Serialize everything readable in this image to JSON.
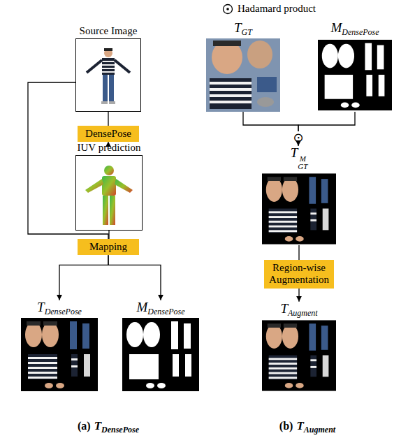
{
  "diagram": {
    "nodes": [
      {
        "text": [
          "Source Image"
        ]
      },
      {
        "text": [
          "DensePose"
        ]
      },
      {
        "text": [
          "IUV prediction"
        ]
      },
      {
        "text": [
          "Mapping"
        ]
      },
      {
        "text": [
          "T",
          "DensePose"
        ]
      },
      {
        "text": [
          "M",
          "DensePose"
        ]
      },
      {
        "text": [
          "T",
          "GT"
        ]
      },
      {
        "text": [
          "M",
          "DensePose"
        ]
      },
      {
        "text": [
          "⊙"
        ]
      },
      {
        "text": [
          "T",
          "M",
          "GT"
        ]
      },
      {
        "text": [
          "Region-wise Augmentation"
        ]
      },
      {
        "text": [
          "T",
          "Augment"
        ]
      }
    ],
    "edges": [
      {
        "from": 0,
        "to": 1,
        "arrow": "none"
      },
      {
        "from": 1,
        "to": 2,
        "arrow": "to"
      },
      {
        "from": 0,
        "to": 3,
        "arrow": "none"
      },
      {
        "from": 2,
        "to": 3,
        "arrow": "none"
      },
      {
        "from": 3,
        "to": 4,
        "arrow": "to"
      },
      {
        "from": 3,
        "to": 5,
        "arrow": "to"
      },
      {
        "from": 6,
        "to": 8,
        "arrow": "none"
      },
      {
        "from": 7,
        "to": 8,
        "arrow": "none"
      },
      {
        "from": 8,
        "to": 9,
        "arrow": "to"
      },
      {
        "from": 9,
        "to": 10,
        "arrow": "none"
      },
      {
        "from": 10,
        "to": 11,
        "arrow": "to"
      }
    ],
    "labels": [
      "(a)",
      "T",
      "DensePose",
      "(b)",
      "T",
      "Augment"
    ],
    "legend": [
      {
        "text": "Hadamard product"
      }
    ]
  }
}
